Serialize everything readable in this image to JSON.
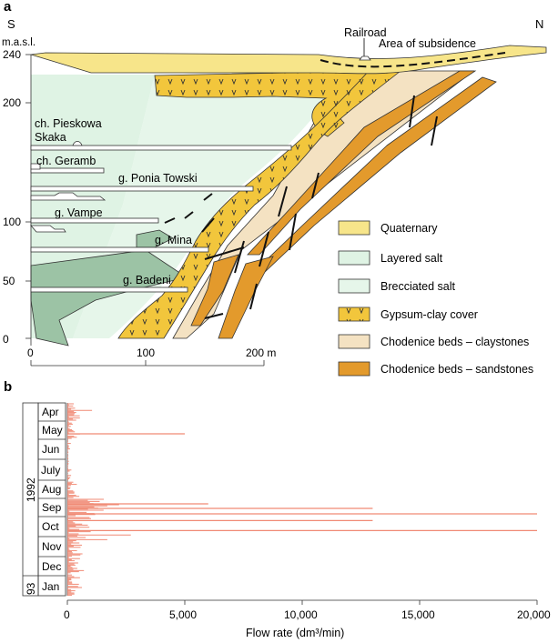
{
  "panel_a": {
    "label": "a",
    "south_label": "S",
    "north_label": "N",
    "elev_unit": "m.a.s.l.",
    "elev_ticks": [
      "240",
      "200",
      "100",
      "50",
      "0"
    ],
    "dist_ticks": [
      "0",
      "100",
      "200 m"
    ],
    "callouts": {
      "railroad": "Railroad",
      "subsidence": "Area of subsidence"
    },
    "levels": [
      {
        "line1": "ch. Pieskowa",
        "line2": "Skaka"
      },
      {
        "line1": "ch. Geramb"
      },
      {
        "line1": "g. Ponia Towski"
      },
      {
        "line1": "g. Vampe"
      },
      {
        "line1": "g. Mina"
      },
      {
        "line1": "g. Badeni"
      }
    ],
    "legend": [
      {
        "label": "Quaternary",
        "color": "#f7e58a",
        "pattern": "plain"
      },
      {
        "label": "Layered salt",
        "color": "#dff3e4",
        "pattern": "plain"
      },
      {
        "label": "Brecciated salt",
        "color": "#e6f6ea",
        "pattern": "plain"
      },
      {
        "label": "Gypsum-clay cover",
        "color": "#f2c63c",
        "pattern": "v-marks"
      },
      {
        "label": "Chodenice beds – claystones",
        "color": "#f4e2c2",
        "pattern": "plain"
      },
      {
        "label": "Chodenice beds – sandstones",
        "color": "#e39a2c",
        "pattern": "plain"
      }
    ]
  },
  "panel_b": {
    "label": "b",
    "year_main": "1992",
    "year_next": "93",
    "line_color": "#f08a75",
    "chart_data": {
      "type": "bar",
      "orientation": "horizontal",
      "title": "",
      "xlabel": "Flow rate (dm³/min)",
      "ylabel": "",
      "xlim": [
        0,
        20000
      ],
      "x_ticks": [
        "0",
        "5,000",
        "10,000",
        "15,000",
        "20,000"
      ],
      "months": [
        "Apr",
        "May",
        "Jun",
        "July",
        "Aug",
        "Sep",
        "Oct",
        "Nov",
        "Dec",
        "Jan"
      ],
      "peaks": [
        {
          "month": "May",
          "value": 5000
        },
        {
          "month": "Sep",
          "value": 6000
        },
        {
          "month": "Sep",
          "value": 13000
        },
        {
          "month": "Sep",
          "value": 20000
        },
        {
          "month": "Oct",
          "value": 20000
        },
        {
          "month": "Oct",
          "value": 13000
        }
      ]
    }
  }
}
